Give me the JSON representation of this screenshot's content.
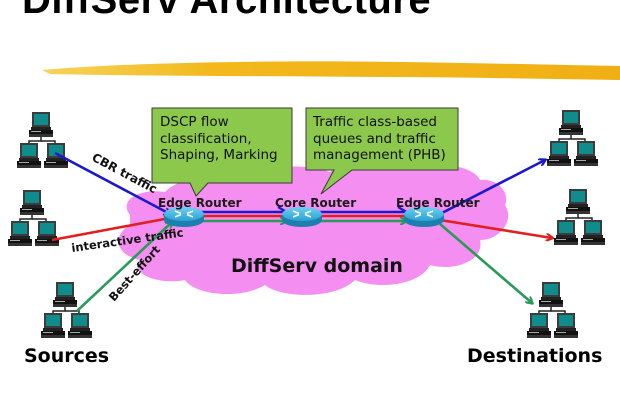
{
  "slide": {
    "title": "DiffServ Architecture"
  },
  "callouts": [
    {
      "id": "edge",
      "lines": [
        "DSCP flow",
        "classification,",
        "Shaping, Marking"
      ]
    },
    {
      "id": "core",
      "lines": [
        "Traffic class-based",
        "queues and traffic",
        "management (PHB)"
      ]
    }
  ],
  "domain": {
    "label": "DiffServ domain",
    "fill_color": "#f48ef0"
  },
  "routers": [
    {
      "id": "ingress",
      "label": "Edge Router"
    },
    {
      "id": "core",
      "label": "Core Router"
    },
    {
      "id": "egress",
      "label": "Edge Router"
    }
  ],
  "flows": [
    {
      "id": "cbr",
      "label": "CBR traffic",
      "color": "#1a1acc"
    },
    {
      "id": "interactive",
      "label": "interactive traffic",
      "color": "#e02020"
    },
    {
      "id": "best-effort",
      "label": "Best-effort",
      "color": "#2a9a5a"
    }
  ],
  "groups": {
    "sources": "Sources",
    "destinations": "Destinations"
  },
  "colors": {
    "callout_fill": "#8cc84b",
    "router_body": "#2fa6d8",
    "accent_stroke": "#f2b81c",
    "monitor_screen": "#0f8c8c"
  },
  "icons": {
    "router": "router-icon",
    "computer": "computer-icon",
    "cloud": "cloud-icon"
  }
}
